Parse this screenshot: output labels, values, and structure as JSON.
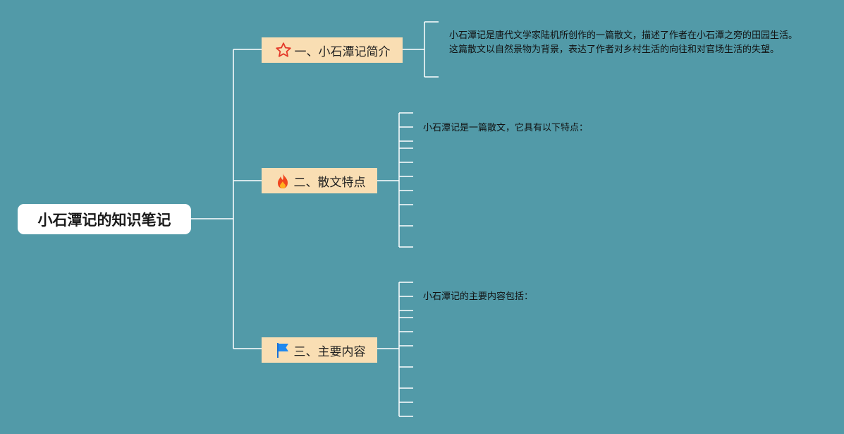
{
  "root": {
    "title": "小石潭记的知识笔记"
  },
  "branches": [
    {
      "label": "一、小石潭记简介",
      "icon": "star-icon",
      "leaves": [
        "小石潭记是唐代文学家陆机所创作的一篇散文，描述了作者在小石潭之旁的田园生活。这篇散文以自然景物为背景，表达了作者对乡村生活的向往和对官场生活的失望。"
      ]
    },
    {
      "label": "二、散文特点",
      "icon": "fire-icon",
      "leaves": [
        "小石潭记是一篇散文，它具有以下特点："
      ]
    },
    {
      "label": "三、主要内容",
      "icon": "flag-icon",
      "leaves": [
        "小石潭记的主要内容包括："
      ]
    }
  ],
  "colors": {
    "background": "#529aa8",
    "connector": "#ffffff",
    "branch_fill": "#f9deb3",
    "root_fill": "#ffffff"
  }
}
